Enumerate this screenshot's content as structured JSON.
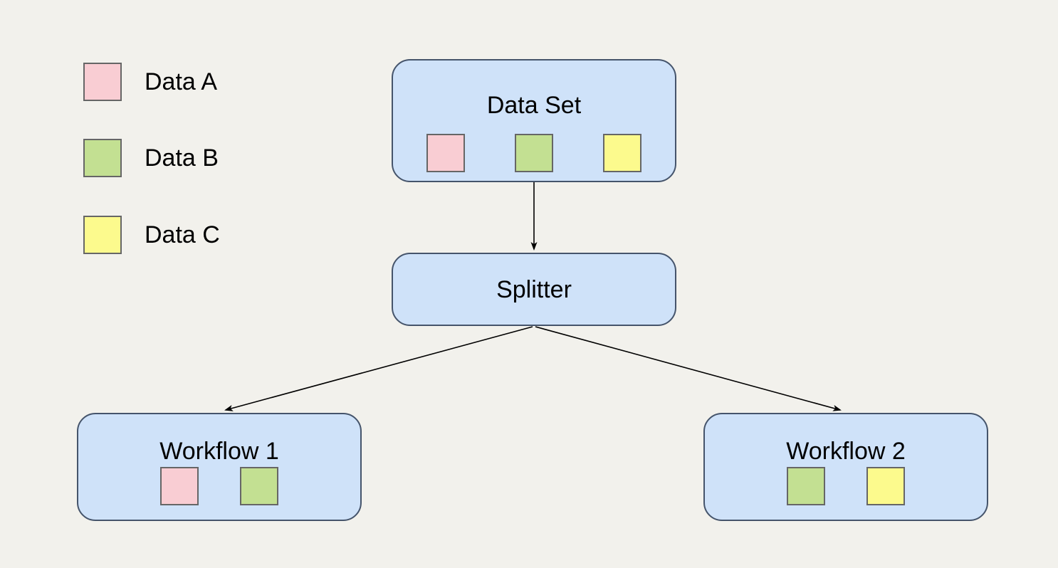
{
  "canvas": {
    "background": "#f2f1ec"
  },
  "palette": {
    "node_fill": "#cfe2f9",
    "node_border": "#45546b",
    "square_border": "#666666",
    "arrow": "#000000",
    "text": "#000000",
    "data_a": "#f9cdd3",
    "data_b": "#c3e092",
    "data_c": "#fcfa8d"
  },
  "legend": {
    "items": [
      {
        "name": "data-a",
        "label": "Data A",
        "color": "#f9cdd3"
      },
      {
        "name": "data-b",
        "label": "Data B",
        "color": "#c3e092"
      },
      {
        "name": "data-c",
        "label": "Data C",
        "color": "#fcfa8d"
      }
    ]
  },
  "nodes": {
    "data_set": {
      "label": "Data Set",
      "squares": [
        {
          "name": "data-a",
          "color": "#f9cdd3"
        },
        {
          "name": "data-b",
          "color": "#c3e092"
        },
        {
          "name": "data-c",
          "color": "#fcfa8d"
        }
      ]
    },
    "splitter": {
      "label": "Splitter"
    },
    "workflow_1": {
      "label": "Workflow 1",
      "squares": [
        {
          "name": "data-a",
          "color": "#f9cdd3"
        },
        {
          "name": "data-b",
          "color": "#c3e092"
        }
      ]
    },
    "workflow_2": {
      "label": "Workflow 2",
      "squares": [
        {
          "name": "data-b",
          "color": "#c3e092"
        },
        {
          "name": "data-c",
          "color": "#fcfa8d"
        }
      ]
    }
  },
  "edges": [
    {
      "from": "data_set",
      "to": "splitter"
    },
    {
      "from": "splitter",
      "to": "workflow_1"
    },
    {
      "from": "splitter",
      "to": "workflow_2"
    }
  ]
}
